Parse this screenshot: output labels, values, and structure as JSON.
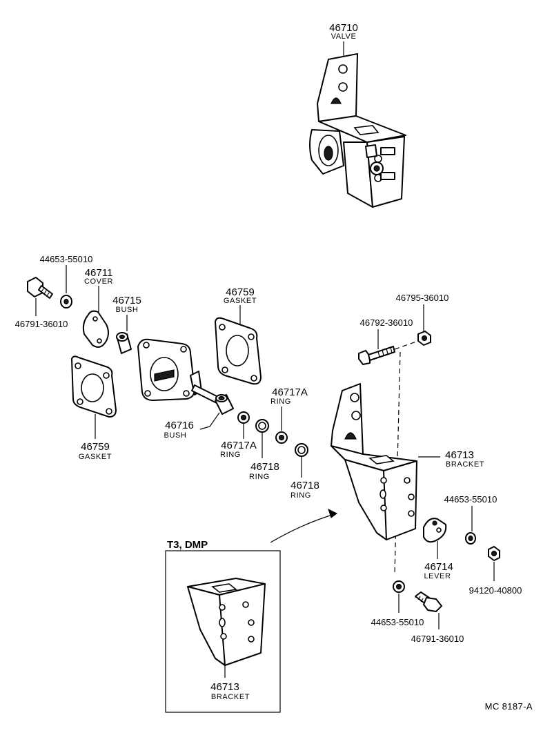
{
  "callouts": {
    "valve": {
      "number": "46710",
      "name": "VALVE"
    },
    "washer_upper_left": {
      "number": "44653-55010"
    },
    "cover": {
      "number": "46711",
      "name": "COVER"
    },
    "bush_upper": {
      "number": "46715",
      "name": "BUSH"
    },
    "gasket_right": {
      "number": "46759",
      "name": "GASKET"
    },
    "bolt_upper_left": {
      "number": "46791-36010"
    },
    "gasket_left": {
      "number": "46759",
      "name": "GASKET"
    },
    "bush_shaft": {
      "number": "46716",
      "name": "BUSH"
    },
    "ring_a_upper": {
      "number": "46717A",
      "name": "RING"
    },
    "ring_a_lower": {
      "number": "46717A",
      "name": "RING"
    },
    "ring_left": {
      "number": "46718",
      "name": "RING"
    },
    "ring_right": {
      "number": "46718",
      "name": "RING"
    },
    "nut_top": {
      "number": "46795-36010"
    },
    "bolt_top": {
      "number": "46792-36010"
    },
    "bracket": {
      "number": "46713",
      "name": "BRACKET"
    },
    "washer_right": {
      "number": "44653-55010"
    },
    "lever": {
      "number": "46714",
      "name": "LEVER"
    },
    "nut_right": {
      "number": "94120-40800"
    },
    "washer_lower": {
      "number": "44653-55010"
    },
    "bolt_lower": {
      "number": "46791-36010"
    }
  },
  "variant_box": {
    "title": "T3, DMP",
    "bracket": {
      "number": "46713",
      "name": "BRACKET"
    }
  },
  "drawing_code": "MC  8187-A"
}
